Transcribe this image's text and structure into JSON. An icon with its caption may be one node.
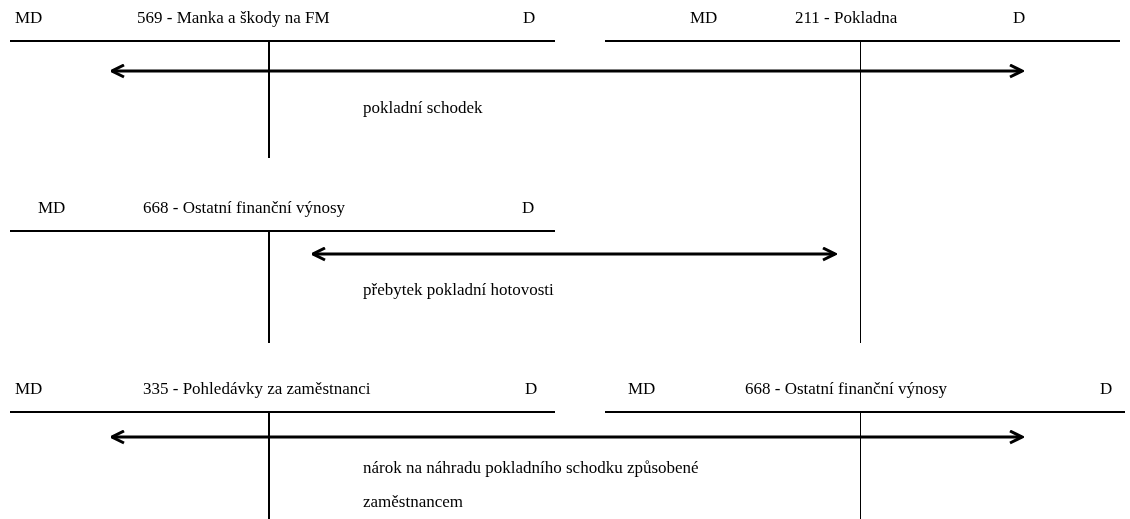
{
  "diagram": {
    "nodes": [
      {
        "text": [
          "MD",
          "569 - Manka a škody na FM",
          "D"
        ]
      },
      {
        "text": [
          "MD",
          "211 - Pokladna",
          "D"
        ]
      },
      {
        "text": [
          "MD",
          "668 - Ostatní finanční výnosy",
          "D"
        ]
      },
      {
        "text": [
          "MD",
          "335 - Pohledávky za zaměstnanci",
          "D"
        ]
      },
      {
        "text": [
          "MD",
          "668 - Ostatní finanční výnosy",
          "D"
        ]
      }
    ],
    "edges": [
      {
        "from": 0,
        "to": 1,
        "arrow": "both",
        "label": "pokladní schodek"
      },
      {
        "from": 2,
        "to": 1,
        "arrow": "both",
        "label": "přebytek pokladní hotovosti"
      },
      {
        "from": 3,
        "to": 4,
        "arrow": "both",
        "label": "nárok na náhradu pokladního schodku způsobené zaměstnancem"
      }
    ]
  }
}
